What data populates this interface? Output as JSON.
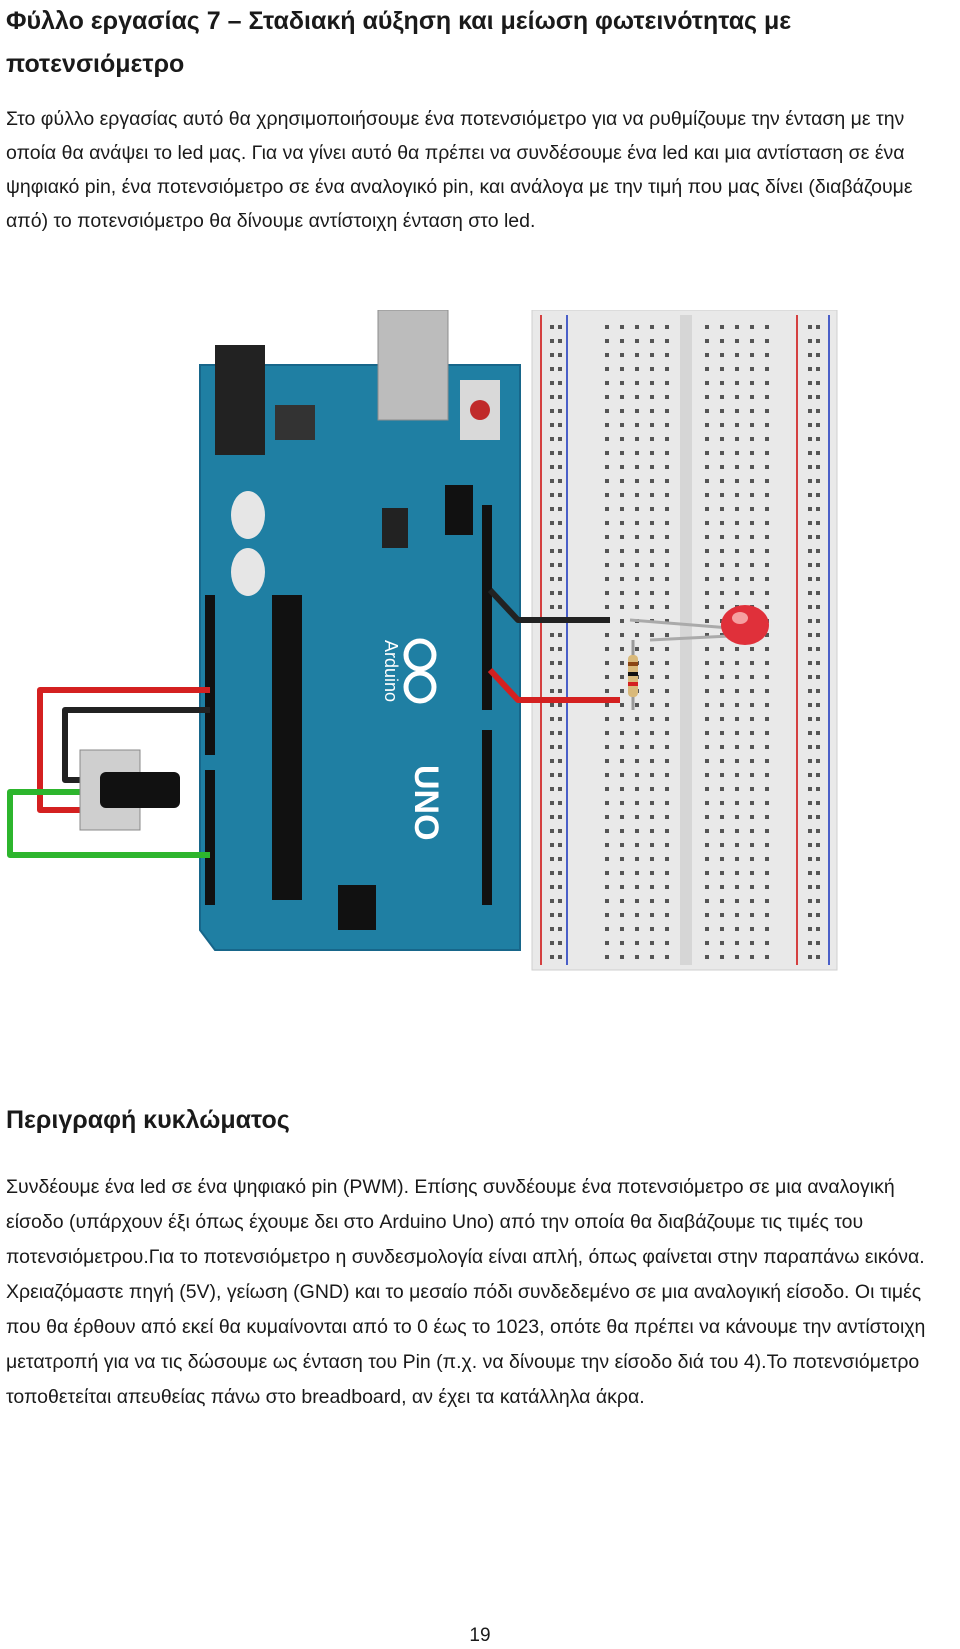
{
  "document": {
    "title": "Φύλλο εργασίας 7 – Σταδιακή αύξηση και μείωση φωτεινότητας με ποτενσιόμετρο",
    "intro": "Στο φύλλο εργασίας αυτό θα χρησιμοποιήσουμε ένα ποτενσιόμετρο για να ρυθμίζουμε την ένταση με την οποία θα ανάψει το led μας. Για να γίνει αυτό θα πρέπει να συνδέσουμε ένα led και μια αντίσταση σε ένα ψηφιακό pin, ένα ποτενσιόμετρο σε ένα αναλογικό pin, και ανάλογα με την τιμή που μας δίνει (διαβάζουμε από) το ποτενσιόμετρο θα δίνουμε αντίστοιχη ένταση στο led.",
    "section_heading": "Περιγραφή κυκλώματος",
    "description": "Συνδέουμε ένα led σε ένα ψηφιακό pin (PWM). Επίσης συνδέουμε ένα ποτενσιόμετρο σε μια αναλογική είσοδο (υπάρχουν έξι όπως έχουμε δει στο Arduino Uno) από την οποία θα διαβάζουμε τις τιμές του ποτενσιόμετρου.Για το ποτενσιόμετρο η συνδεσμολογία είναι απλή, όπως φαίνεται στην παραπάνω εικόνα. Χρειαζόμαστε πηγή (5V), γείωση (GND) και το μεσαίο πόδι συνδεδεμένο σε μια αναλογική είσοδο. Οι τιμές που θα έρθουν από εκεί θα κυμαίνονται από το 0 έως το 1023, οπότε θα πρέπει να κάνουμε την αντίστοιχη μετατροπή για να τις δώσουμε ως ένταση του Pin (π.χ. να δίνουμε την είσοδο διά του 4).Το ποτενσιόμετρο τοποθετείται απευθείας πάνω στο breadboard, αν έχει τα κατάλληλα άκρα.",
    "page_number": "19"
  },
  "figure": {
    "board_label": "UNO",
    "brand_label": "Arduino",
    "colors": {
      "board": "#1f7fa3",
      "breadboard": "#e9e9e9",
      "wire_red": "#d42020",
      "wire_black": "#222222",
      "wire_green": "#2db52d",
      "led": "#e0303a",
      "rail_red": "#d44040",
      "rail_blue": "#4a5fc8"
    }
  }
}
